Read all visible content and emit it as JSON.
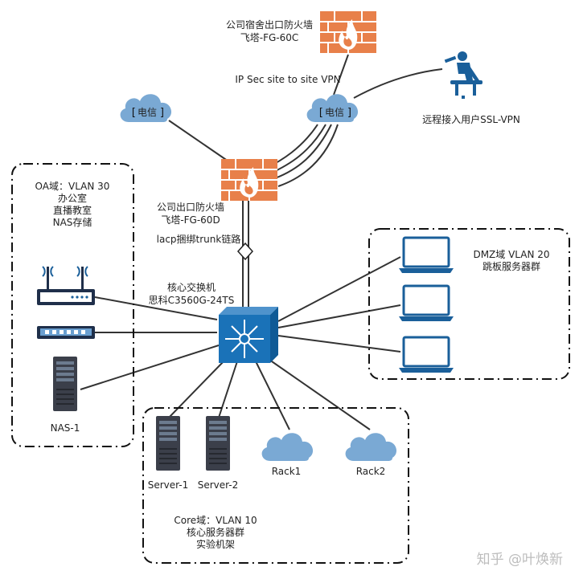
{
  "firewalls": {
    "dorm": {
      "line1": "公司宿舍出口防火墙",
      "line2": "飞塔-FG-60C"
    },
    "office": {
      "line1": "公司出口防火墙",
      "line2": "飞塔-FG-60D"
    }
  },
  "vpn_label": "IP Sec site to site VPN",
  "clouds": {
    "telecom_left": "电信",
    "telecom_right": "电信"
  },
  "remote_user": "远程接入用户SSL-VPN",
  "trunk_label": "lacp捆绑trunk链路",
  "core_switch": {
    "line1": "核心交换机",
    "line2": "思科C3560G-24TS"
  },
  "oa_zone": {
    "line1": "OA域：VLAN 30",
    "line2": "办公室",
    "line3": "直播教室",
    "line4": "NAS存储",
    "nas": "NAS-1"
  },
  "dmz_zone": {
    "line1": "DMZ域 VLAN 20",
    "line2": "跳板服务器群"
  },
  "core_zone": {
    "server1": "Server-1",
    "server2": "Server-2",
    "rack1": "Rack1",
    "rack2": "Rack2",
    "line1": "Core域：VLAN 10",
    "line2": "核心服务器群",
    "line3": "实验机架"
  },
  "watermark": "知乎 @叶焕新",
  "colors": {
    "firewall": "#e8804a",
    "cloud": "#7aa9d4",
    "switch": "#1a72b8",
    "server": "#3b3f4a",
    "laptop": "#1a5f9a"
  }
}
